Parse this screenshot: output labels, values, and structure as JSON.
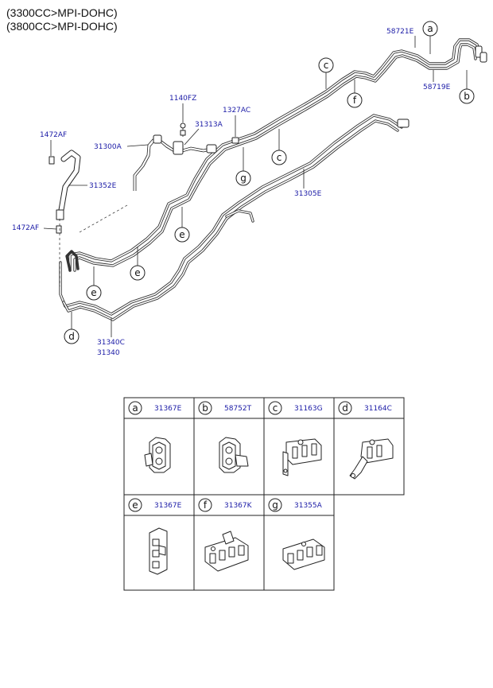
{
  "header": {
    "line1": "(3300CC>MPI-DOHC)",
    "line2": "(3800CC>MPI-DOHC)"
  },
  "callouts": {
    "p58721E": "58721E",
    "p58719E": "58719E",
    "p1140FZ": "1140FZ",
    "p1327AC": "1327AC",
    "p31313A": "31313A",
    "p1472AF_top": "1472AF",
    "p31300A": "31300A",
    "p31352E": "31352E",
    "p1472AF_left": "1472AF",
    "p31305E": "31305E",
    "p31340C": "31340C",
    "p31340": "31340"
  },
  "letters": {
    "a": "a",
    "b": "b",
    "c": "c",
    "d": "d",
    "e": "e",
    "f": "f",
    "g": "g"
  },
  "legend": [
    {
      "letter": "a",
      "part": "31367E"
    },
    {
      "letter": "b",
      "part": "58752T"
    },
    {
      "letter": "c",
      "part": "31163G"
    },
    {
      "letter": "d",
      "part": "31164C"
    },
    {
      "letter": "e",
      "part": "31367E"
    },
    {
      "letter": "f",
      "part": "31367K"
    },
    {
      "letter": "g",
      "part": "31355A"
    }
  ]
}
